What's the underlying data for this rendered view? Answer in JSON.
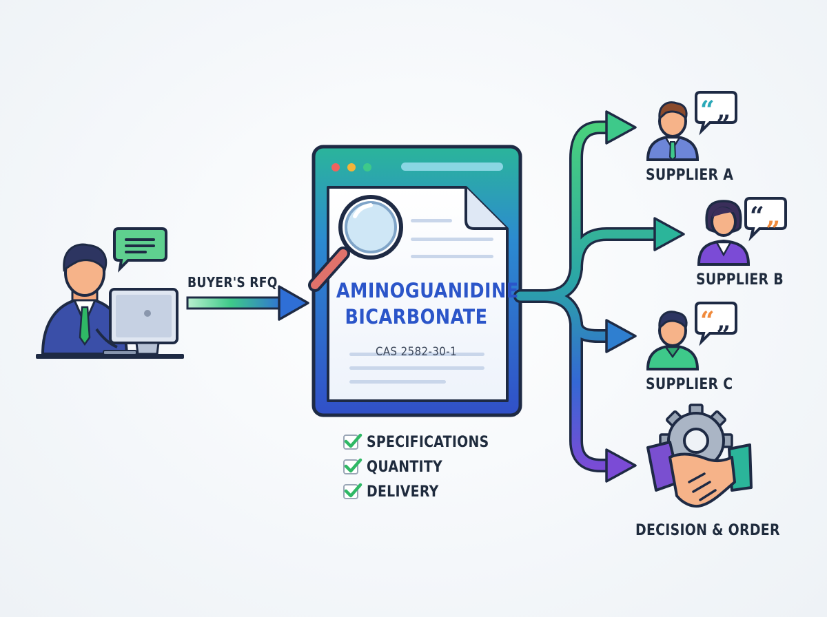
{
  "flow": {
    "buyer_label": "BUYER'S RFQ",
    "document": {
      "title_line1": "AMINOGUANIDINE",
      "title_line2": "BICARBONATE",
      "cas": "CAS 2582-30-1"
    },
    "checklist": [
      "SPECIFICATIONS",
      "QUANTITY",
      "DELIVERY"
    ],
    "suppliers": [
      {
        "label": "SUPPLIER A"
      },
      {
        "label": "SUPPLIER B"
      },
      {
        "label": "SUPPLIER C"
      }
    ],
    "decision_label": "DECISION & ORDER"
  },
  "colors": {
    "arrow_green": "#3ec98a",
    "arrow_blue": "#2f6fd6",
    "arrow_purple": "#7b4bd6",
    "frame_blue": "#2c5fd0",
    "check_green": "#2fb865",
    "quote_orange": "#f08a3c",
    "quote_teal": "#2aa8b8"
  },
  "icons": {
    "buyer": "person-at-computer-icon",
    "chat": "chat-bubble-icon",
    "magnifier": "magnifying-glass-icon",
    "quote": "quote-bubble-icon",
    "handshake": "handshake-gear-icon"
  }
}
